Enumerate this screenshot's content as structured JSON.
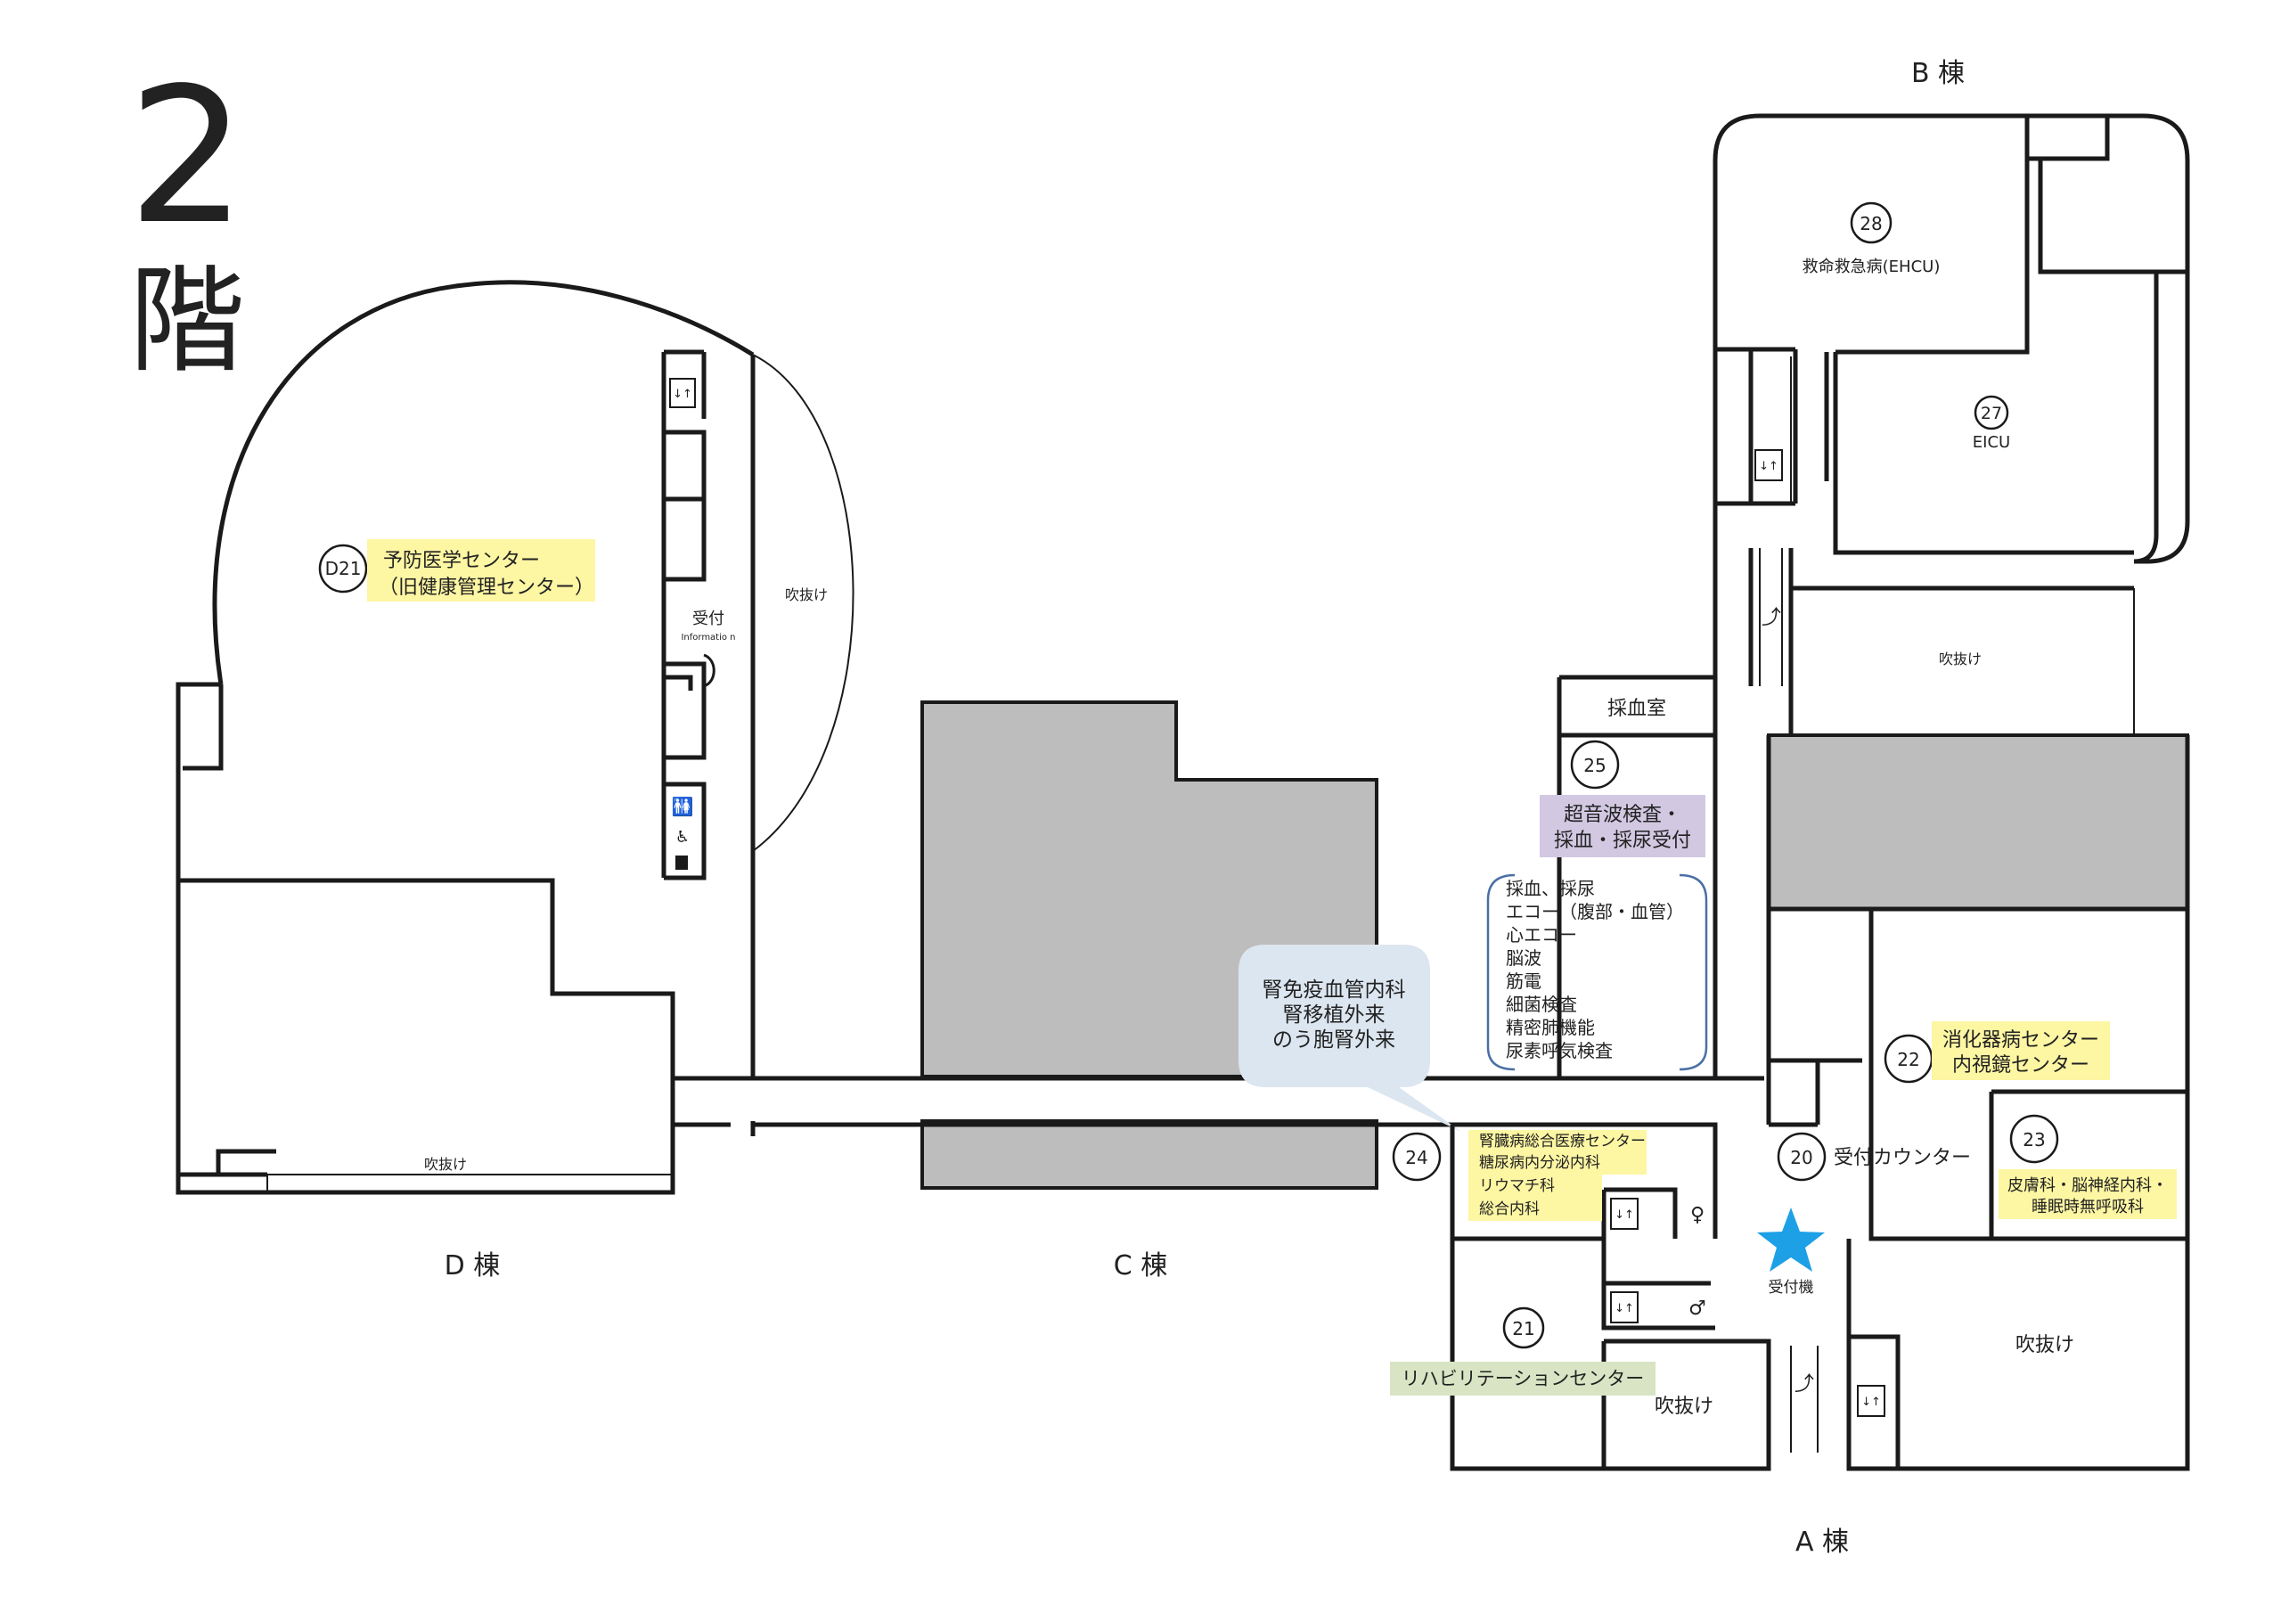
{
  "floor": {
    "number": "2",
    "kanji": "階"
  },
  "buildings": {
    "a": "A 棟",
    "b": "B 棟",
    "c": "C 棟",
    "d": "D 棟"
  },
  "rooms": {
    "d21": {
      "number": "D21",
      "line1": "予防医学センター",
      "line2": "（旧健康管理センター）"
    },
    "reception_d": {
      "label": "受付",
      "sub": "Informatio n"
    },
    "atrium_d_round": "吹抜け",
    "atrium_d_bottom": "吹抜け",
    "r28": {
      "number": "28",
      "label": "救命救急病(EHCU)"
    },
    "r27": {
      "number": "27",
      "label": "EICU"
    },
    "atrium_b": "吹抜け",
    "blood_room": "採血室",
    "r25": {
      "number": "25",
      "line1": "超音波検査・",
      "line2": "採血・採尿受付"
    },
    "test_list": [
      "採血、採尿",
      "エコー（腹部・血管）",
      "心エコー",
      "脳波",
      "筋電",
      "細菌検査",
      "精密肺機能",
      "尿素呼気検査"
    ],
    "callout": {
      "line1": "腎免疫血管内科",
      "line2": "腎移植外来",
      "line3": "のう胞腎外来"
    },
    "r24": {
      "number": "24",
      "line1": "腎臓病総合医療センター",
      "line2": "糖尿病内分泌内科",
      "line3": "リウマチ科",
      "line4": "総合内科"
    },
    "r22": {
      "number": "22",
      "line1": "消化器病センター",
      "line2": "内視鏡センター"
    },
    "r23": {
      "number": "23",
      "line1": "皮膚科・脳神経内科・",
      "line2": "睡眠時無呼吸科"
    },
    "r20": {
      "number": "20",
      "label": "受付カウンター"
    },
    "kiosk": "受付機",
    "r21": {
      "number": "21",
      "label": "リハビリテーションセンター"
    },
    "atrium_a_left": "吹抜け",
    "atrium_a_right": "吹抜け"
  },
  "colors": {
    "yellow_label": "#fdf6a3",
    "purple_label": "#d2c8e2",
    "green_label": "#d8e4c4",
    "callout_bg": "#dce6f0",
    "test_bracket": "#4a6fa5",
    "star": "#1ea0e6",
    "grey_block": "#bdbdbd"
  },
  "icons": [
    "elevator-icon",
    "escalator-icon",
    "restroom-icon",
    "accessible-icon",
    "female-icon",
    "male-icon",
    "star-icon"
  ]
}
